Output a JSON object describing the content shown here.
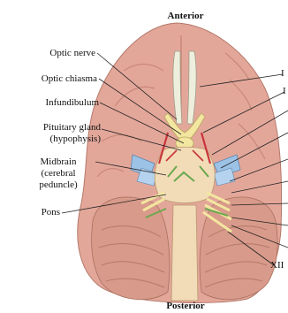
{
  "headings": {
    "anterior": "Anterior",
    "posterior": "Posterior"
  },
  "left_labels": {
    "optic_nerve": "Optic nerve",
    "optic_chiasma": "Optic chiasma",
    "infundibulum": "Infundibulum",
    "pituitary_gland": "Pituitary gland",
    "pituitary_gland_alt": "(hypophysis)",
    "midbrain": "Midbrain",
    "midbrain_line2": "(cerebral",
    "midbrain_line3": "peduncle)",
    "pons": "Pons"
  },
  "right_labels": {
    "first": "I",
    "second": "I",
    "last": "XII"
  },
  "colors": {
    "cerebrum": "#e3a79a",
    "cerebrum_shadow": "#c98878",
    "cerebellum": "#d89a8a",
    "brainstem": "#f2dcb8",
    "cranial_nerve_yellow": "#f3e6a0",
    "blood_vessel_red": "#c8343a",
    "nerve_blue": "#9cc2e6",
    "nerve_green": "#6aa84f",
    "olfactory": "#eeeedd"
  }
}
